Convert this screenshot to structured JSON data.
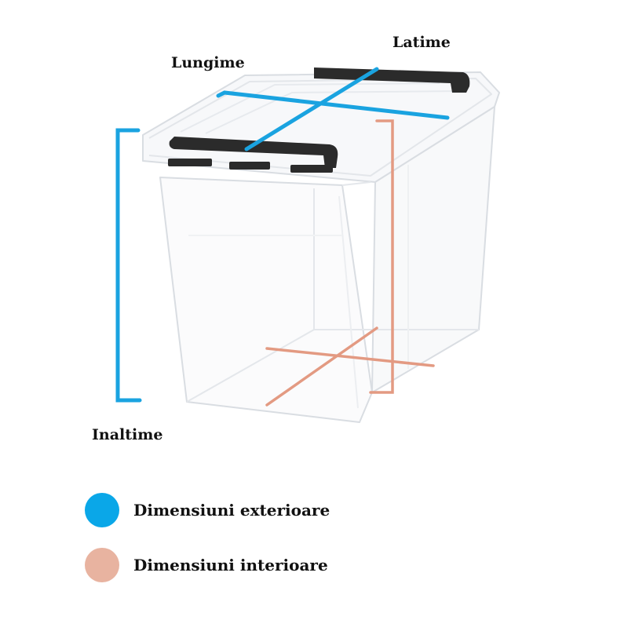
{
  "labels": {
    "width": "Latime",
    "length": "Lungime",
    "height": "Inaltime"
  },
  "legend": [
    {
      "text": "Dimensiuni exterioare",
      "color": "#0aa7e8"
    },
    {
      "text": "Dimensiuni interioare",
      "color": "#e8b3a0"
    }
  ],
  "colors": {
    "outer_line": "#1aa3e0",
    "inner_line": "#e39a82",
    "handle": "#2b2b2b",
    "box_edge": "#d7dbe0"
  },
  "icons": [
    "storage-box-illustration"
  ]
}
